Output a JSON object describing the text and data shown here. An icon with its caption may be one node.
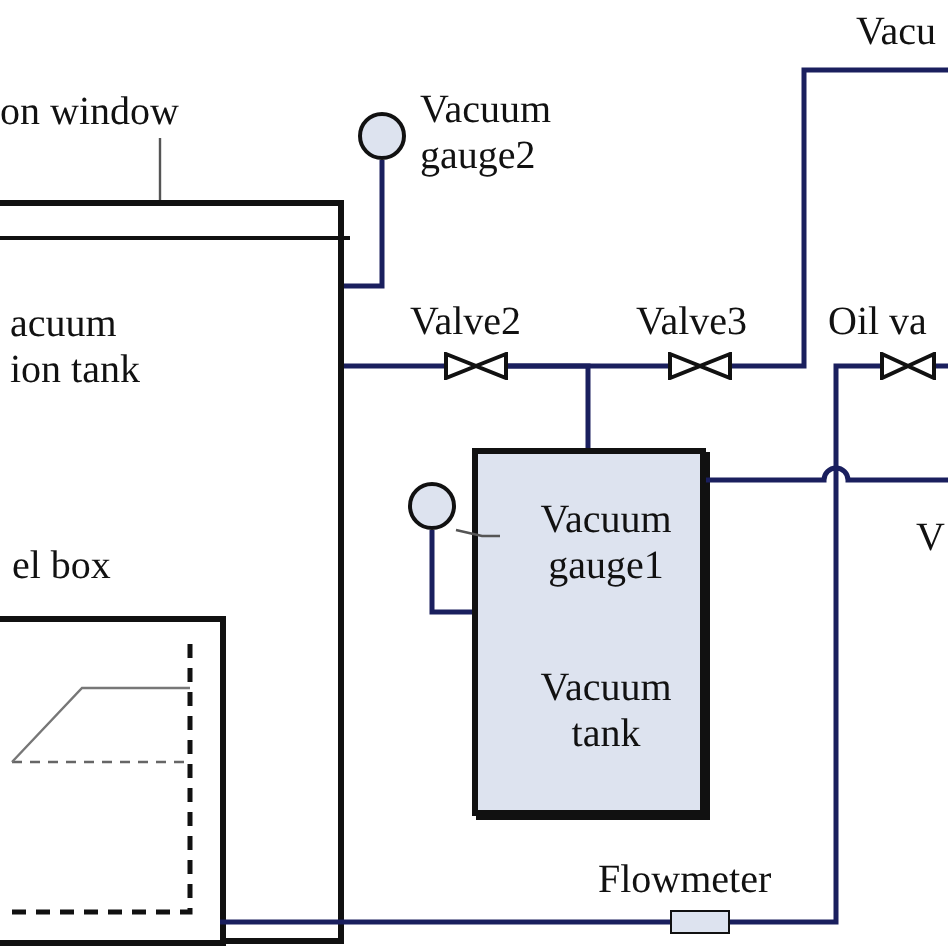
{
  "diagram": {
    "nodes": [
      {
        "text": [
          "acuum ion tank"
        ]
      },
      {
        "text": [
          "on window"
        ]
      },
      {
        "text": [],
        "shape": "box",
        "in": 0
      },
      {
        "text": [
          "el box"
        ],
        "in": 0
      },
      {
        "text": [],
        "shape": "circle",
        "beside": [
          "Vacuum gauge2"
        ]
      },
      {
        "text": [],
        "shape": "valve",
        "beside": [
          "Valve2"
        ]
      },
      {
        "text": [],
        "shape": "valve",
        "beside": [
          "Valve3"
        ]
      },
      {
        "text": [
          "Vacuum tank"
        ]
      },
      {
        "text": [
          "Vacuum gauge1"
        ],
        "in": 7
      },
      {
        "text": [],
        "shape": "circle"
      },
      {
        "text": [],
        "shape": "valve",
        "beside": [
          "Oil va"
        ]
      },
      {
        "text": [],
        "shape": "box",
        "beside": [
          "Flowmeter"
        ]
      }
    ],
    "edges": [
      {
        "from": 0,
        "to": 4,
        "arrow": "none"
      },
      {
        "from": 0,
        "to": 5,
        "arrow": "none"
      },
      {
        "from": 5,
        "to": 6,
        "arrow": "none"
      },
      {
        "from": 7,
        "to": 5,
        "arrow": "none"
      },
      {
        "from": 6,
        "to": null,
        "arrow": "none"
      },
      {
        "from": 9,
        "to": 7,
        "arrow": "none"
      },
      {
        "from": 8,
        "to": 9,
        "arrow": "none",
        "color": "#555555"
      },
      {
        "from": 1,
        "to": 2,
        "arrow": "none",
        "color": "#555555"
      },
      {
        "from": 7,
        "to": null,
        "arrow": "none"
      },
      {
        "from": 10,
        "to": 11,
        "arrow": "none"
      },
      {
        "from": 11,
        "to": 3,
        "arrow": "none"
      },
      {
        "from": null,
        "to": 10,
        "arrow": "none"
      }
    ],
    "labels": [
      "Vacu",
      "V"
    ]
  }
}
